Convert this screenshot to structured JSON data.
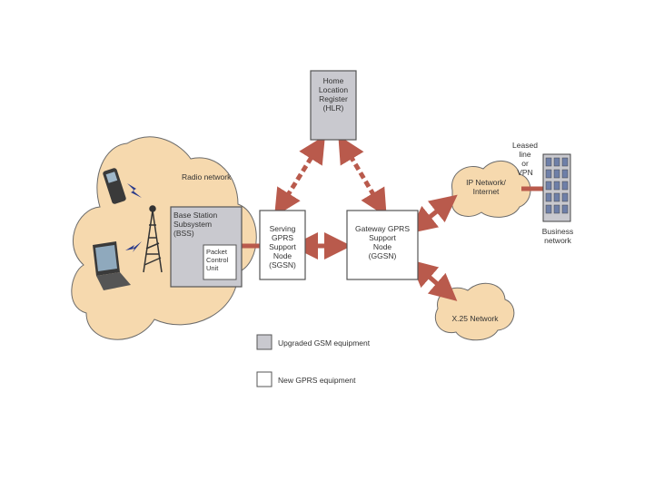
{
  "nodes": {
    "hlr": "Home\nLocation\nRegister\n(HLR)",
    "radio_network": "Radio network",
    "bss": "Base Station\nSubsystem\n(BSS)",
    "pcu": "Packet\nControl\nUnit",
    "sgsn": "Serving\nGPRS\nSupport Node\n(SGSN)",
    "ggsn": "Gateway GPRS\nSupport\nNode\n(GGSN)",
    "ip_network": "IP Network/\nInternet",
    "x25": "X.25 Network",
    "leased_line": "Leased\nline\nor\nVPN",
    "business": "Business\nnetwork"
  },
  "legend": {
    "upgraded": "Upgraded GSM equipment",
    "new": "New GPRS equipment"
  },
  "colors": {
    "cloud": "#f6d9ae",
    "arrow": "#b95a4c",
    "upgraded_fill": "#c9c9cf",
    "new_fill": "#ffffff",
    "stroke": "#555555"
  }
}
